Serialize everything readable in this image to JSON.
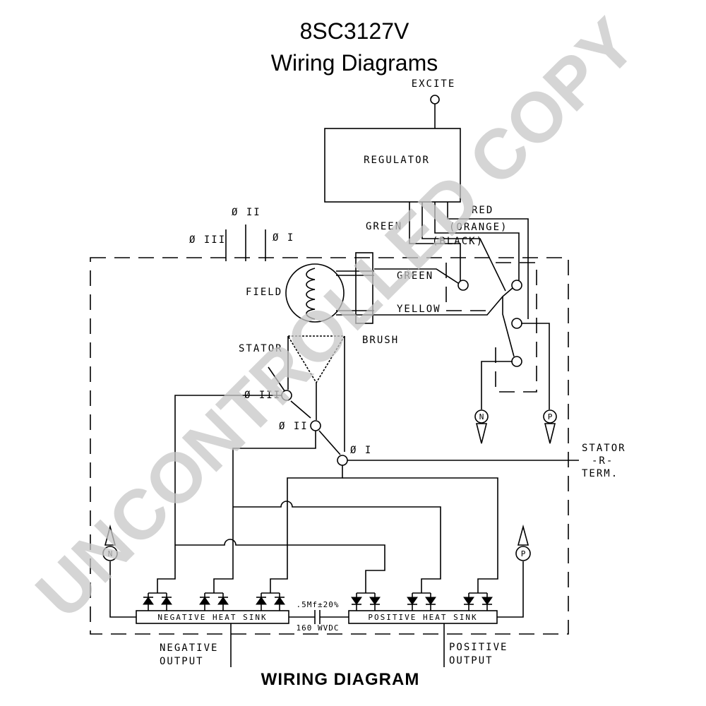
{
  "header": {
    "model": "8SC3127V",
    "subtitle": "Wiring Diagrams"
  },
  "watermark": "UNCONTROLLED COPY",
  "labels": {
    "excite": "EXCITE",
    "regulator": "REGULATOR",
    "red": "RED",
    "green_top": "GREEN",
    "orange": "(ORANGE)",
    "black": "(BLACK)",
    "phase_ii_top": "Ø II",
    "phase_iii_top": "Ø III",
    "phase_i_top": "Ø I",
    "field": "FIELD",
    "green_field": "GREEN",
    "yellow": "YELLOW",
    "brush": "BRUSH",
    "stator": "STATOR",
    "phase_iii": "Ø III",
    "phase_ii": "Ø II",
    "phase_i": "Ø I",
    "stator_r_1": "STATOR",
    "stator_r_2": "-R-",
    "stator_r_3": "TERM.",
    "n_terminal": "N",
    "p_terminal": "P",
    "n_output": "N",
    "p_output": "P",
    "cap_rating": ".5Mf±20%",
    "cap_voltage": "160 WVDC",
    "negative_heat_sink": "NEGATIVE HEAT SINK",
    "positive_heat_sink": "POSITIVE HEAT SINK",
    "negative_output_1": "NEGATIVE",
    "negative_output_2": "OUTPUT",
    "positive_output_1": "POSITIVE",
    "positive_output_2": "OUTPUT"
  },
  "footer": {
    "caption": "WIRING  DIAGRAM"
  }
}
